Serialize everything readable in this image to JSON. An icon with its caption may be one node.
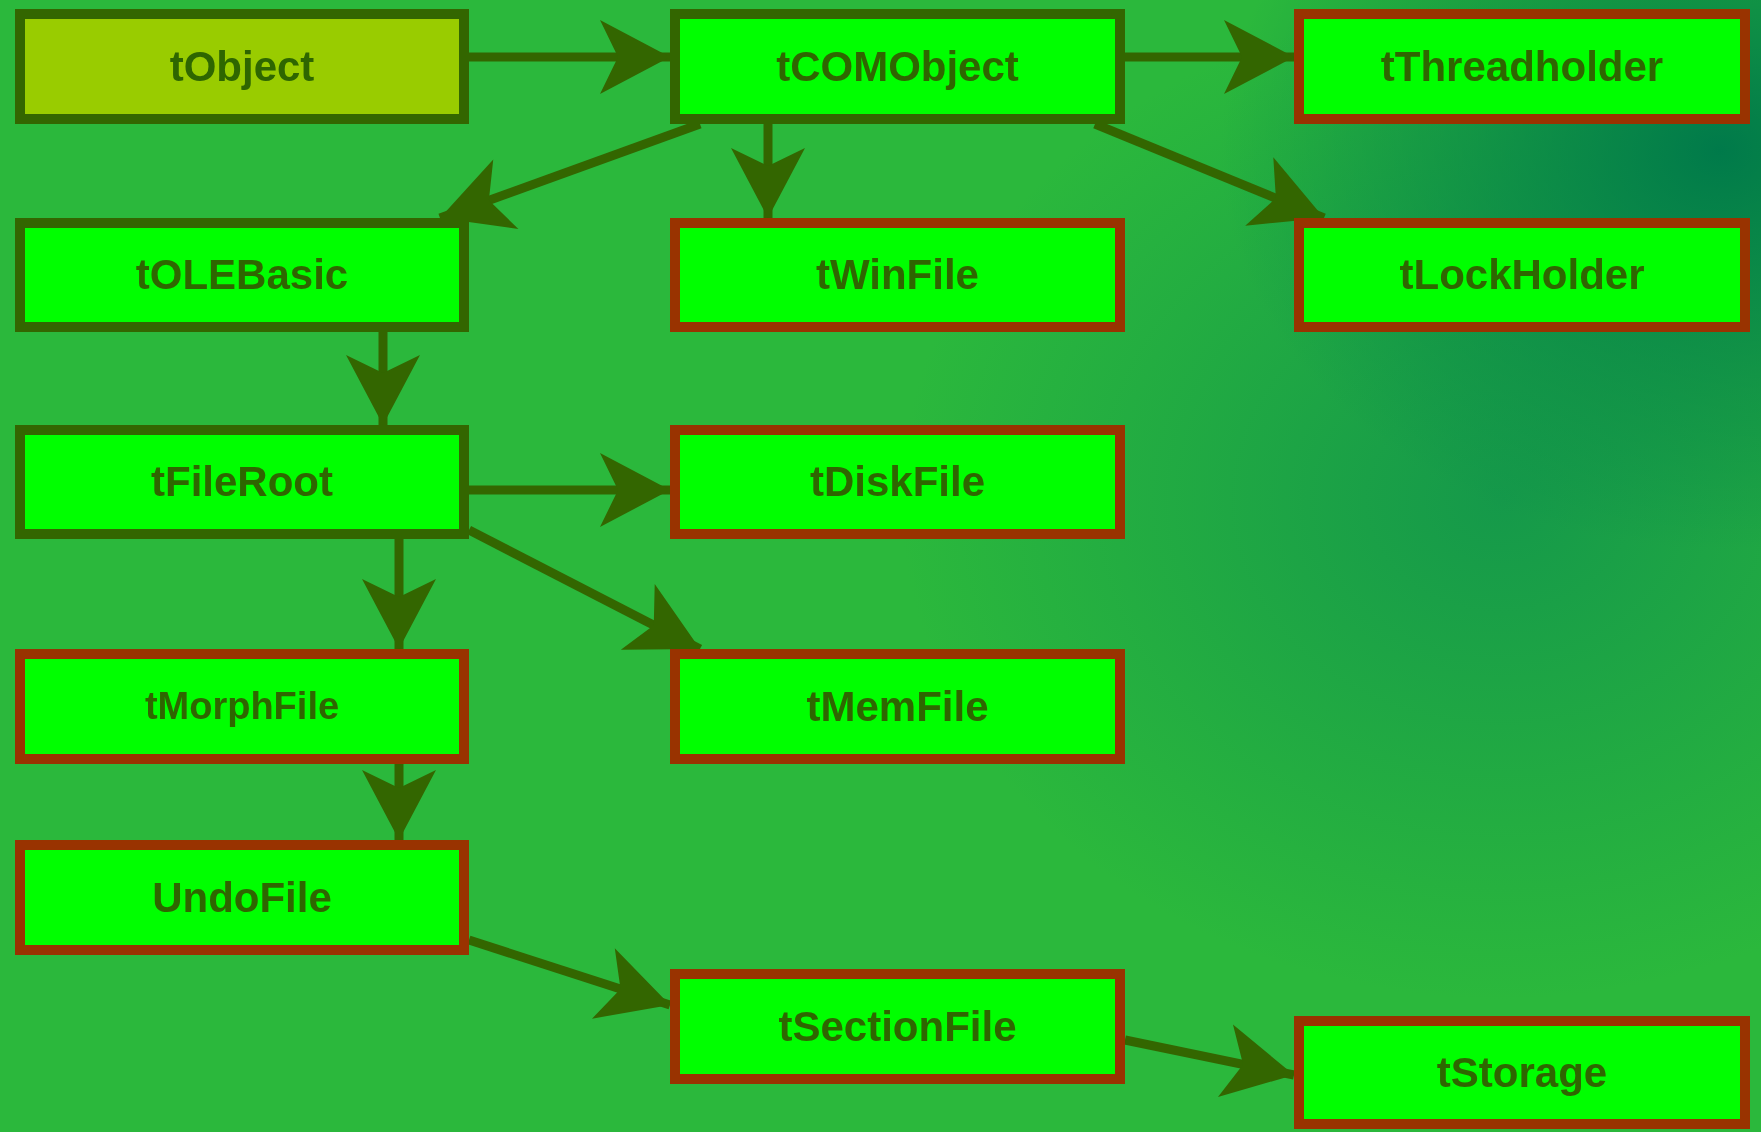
{
  "diagram": {
    "nodes": [
      {
        "text": [
          "tObject"
        ]
      },
      {
        "text": [
          "tCOMObject"
        ]
      },
      {
        "text": [
          "tThreadholder"
        ]
      },
      {
        "text": [
          "tOLEBasic"
        ]
      },
      {
        "text": [
          "tWinFile"
        ]
      },
      {
        "text": [
          "tLockHolder"
        ]
      },
      {
        "text": [
          "tFileRoot"
        ]
      },
      {
        "text": [
          "tDiskFile"
        ]
      },
      {
        "text": [
          "tMorphFile"
        ]
      },
      {
        "text": [
          "tMemFile"
        ]
      },
      {
        "text": [
          "UndoFile"
        ]
      },
      {
        "text": [
          "tSectionFile"
        ]
      },
      {
        "text": [
          "tStorage"
        ]
      }
    ],
    "edges": [
      {
        "from": 0,
        "to": 1,
        "arrow": "to"
      },
      {
        "from": 1,
        "to": 2,
        "arrow": "to"
      },
      {
        "from": 1,
        "to": 3,
        "arrow": "to"
      },
      {
        "from": 1,
        "to": 4,
        "arrow": "to"
      },
      {
        "from": 1,
        "to": 5,
        "arrow": "to"
      },
      {
        "from": 3,
        "to": 6,
        "arrow": "to"
      },
      {
        "from": 6,
        "to": 7,
        "arrow": "to"
      },
      {
        "from": 6,
        "to": 9,
        "arrow": "to"
      },
      {
        "from": 6,
        "to": 8,
        "arrow": "to"
      },
      {
        "from": 8,
        "to": 10,
        "arrow": "to"
      },
      {
        "from": 10,
        "to": 11,
        "arrow": "to"
      },
      {
        "from": 11,
        "to": 12,
        "arrow": "to"
      }
    ]
  }
}
